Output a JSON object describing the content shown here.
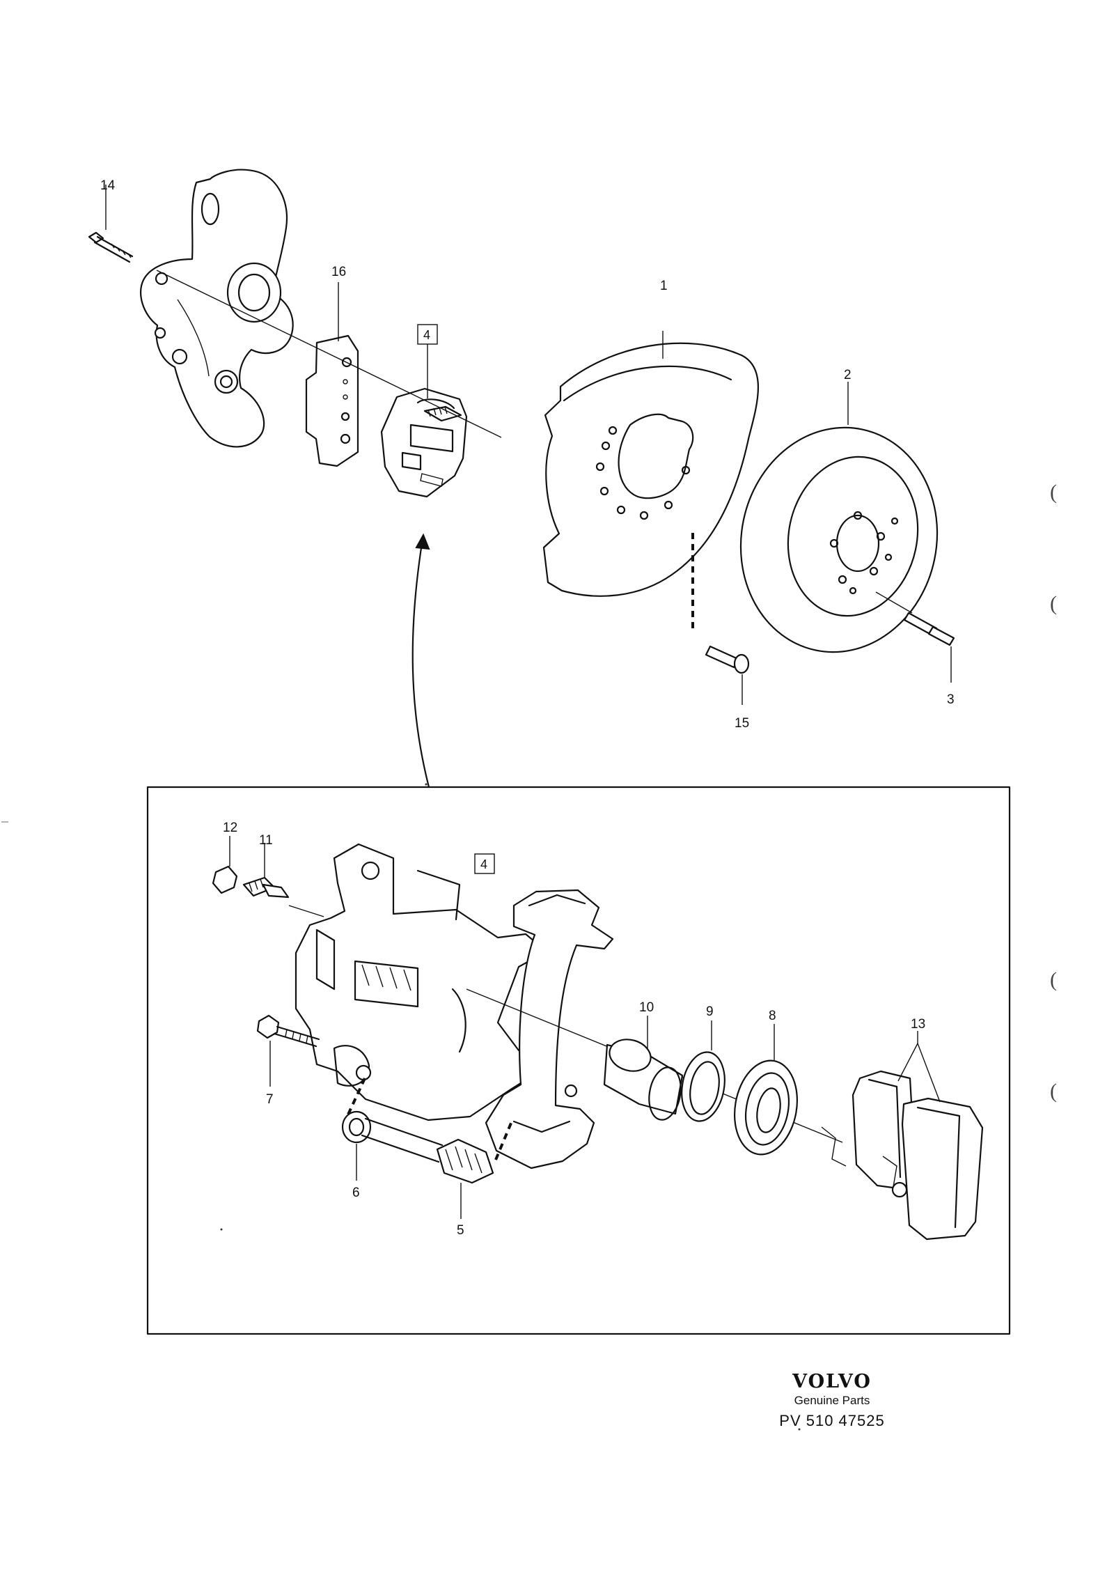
{
  "callouts": {
    "c1": "1",
    "c2": "2",
    "c3": "3",
    "c4_top": "4",
    "c4_inset": "4",
    "c5": "5",
    "c6": "6",
    "c7": "7",
    "c8": "8",
    "c9": "9",
    "c10": "10",
    "c11": "11",
    "c12": "12",
    "c13": "13",
    "c14": "14",
    "c15": "15",
    "c16": "16"
  },
  "footer": {
    "brand": "VOLVO",
    "subtitle": "Genuine Parts",
    "reference": "PV 510 47525"
  },
  "margin_marks": [
    "(",
    "(",
    "(",
    "("
  ]
}
